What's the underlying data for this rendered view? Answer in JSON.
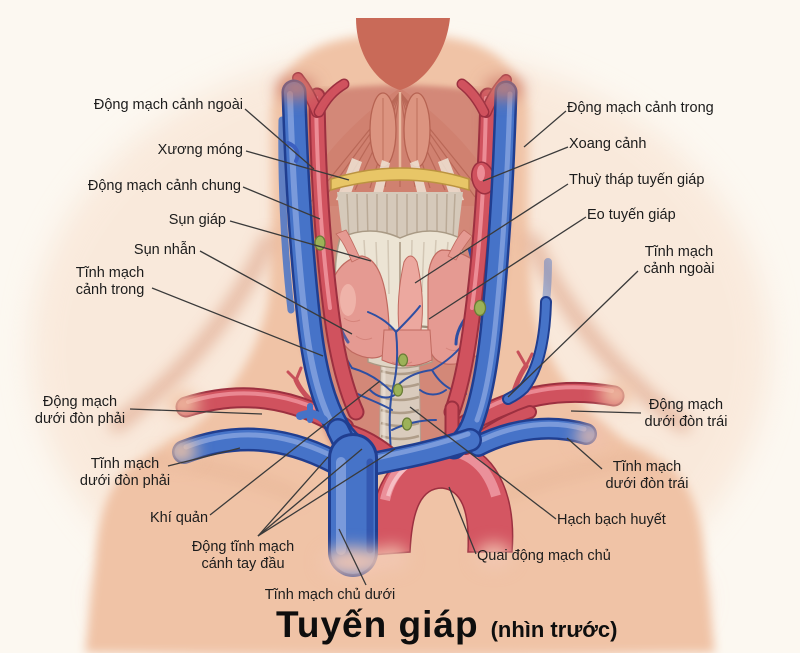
{
  "figure": {
    "title": "Tuyến giáp",
    "subtitle": "(nhìn trước)"
  },
  "labels": [
    {
      "id": "dong-mach-canh-ngoai",
      "text": "Động mạch cảnh ngoài"
    },
    {
      "id": "xuong-mong",
      "text": "Xương móng"
    },
    {
      "id": "dong-mach-canh-chung",
      "text": "Động mạch cảnh chung"
    },
    {
      "id": "sun-giap",
      "text": "Sụn giáp"
    },
    {
      "id": "sun-nhan",
      "text": "Sụn nhẫn"
    },
    {
      "id": "tinh-mach-canh-trong",
      "text": "Tĩnh mạch\ncảnh trong"
    },
    {
      "id": "dong-mach-duoi-don-phai",
      "text": "Động mạch\ndưới đòn phải"
    },
    {
      "id": "tinh-mach-duoi-don-phai",
      "text": "Tĩnh mạch\ndưới đòn phải"
    },
    {
      "id": "khi-quan",
      "text": "Khí quản"
    },
    {
      "id": "dong-tinh-mach-canh-tay-dau",
      "text": "Động tĩnh mạch\ncánh tay đầu"
    },
    {
      "id": "tinh-mach-chu-duoi",
      "text": "Tĩnh mạch chủ dưới"
    },
    {
      "id": "dong-mach-canh-trong",
      "text": "Động mạch cảnh trong"
    },
    {
      "id": "xoang-canh",
      "text": "Xoang cảnh"
    },
    {
      "id": "thuy-thap-tuyen-giap",
      "text": "Thuỳ tháp tuyến giáp"
    },
    {
      "id": "eo-tuyen-giap",
      "text": "Eo tuyến giáp"
    },
    {
      "id": "tinh-mach-canh-ngoai",
      "text": "Tĩnh mạch\ncảnh ngoài"
    },
    {
      "id": "dong-mach-duoi-don-trai",
      "text": "Động mạch\ndưới đòn trái"
    },
    {
      "id": "tinh-mach-duoi-don-trai",
      "text": "Tĩnh mạch\ndưới đòn trái"
    },
    {
      "id": "hach-bach-huyet",
      "text": "Hạch bạch huyết"
    },
    {
      "id": "quai-dong-mach-chu",
      "text": "Quai động mạch chủ"
    }
  ],
  "colors": {
    "background": "#fcf8f1",
    "skin": "#f0c3a6",
    "muscle": "#cf7767",
    "artery": "#d0525e",
    "artery_dark": "#9c3040",
    "artery_light": "#ee929b",
    "vein": "#4673c8",
    "vein_dark": "#203e90",
    "vein_light": "#7f9fdd",
    "thyroid_gland": "#e59a92",
    "cartilage": "#ece4d4",
    "hyoid_bone": "#e8c667",
    "lymph_node": "#9cb258",
    "leader_line": "#3a3a3a",
    "label_text": "#1c1c1c"
  }
}
